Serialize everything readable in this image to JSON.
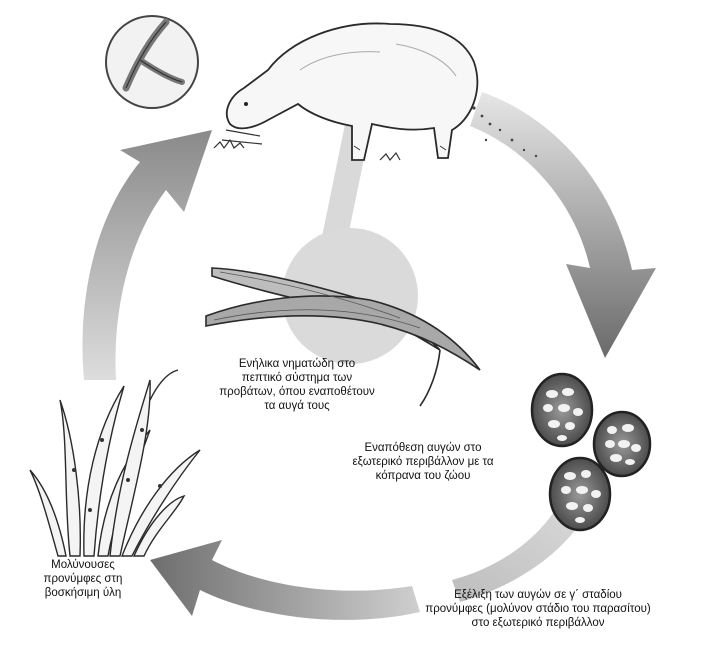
{
  "captions": {
    "adult": {
      "lines": [
        "Ενήλικα νηματώδη  στο",
        "πεπτικό σύστημα των",
        "προβάτων, όπου εναποθέτουν",
        "τα αυγά τους"
      ]
    },
    "eggs": {
      "lines": [
        "Εναπόθεση αυγών στο",
        "εξωτερικό περιβάλλον με τα",
        "κόπρανα του ζώου"
      ]
    },
    "larvae_pasture": {
      "lines": [
        "Μολύνουσες",
        "προνύμφες στη",
        "βοσκήσιμη ύλη"
      ]
    },
    "egg_development": {
      "lines": [
        "Εξέλιξη των αυγών σε γ΄ σταδίου",
        "προνύμφες (μολύνον στάδιο του παρασίτου)",
        "στο εξωτερικό περιβάλλον"
      ]
    }
  },
  "colors": {
    "arrow_dark": "#6e6e6e",
    "arrow_light": "#d8d8d8",
    "line_art": "#2a2a2a",
    "focus_disc": "#d4d4d4"
  }
}
